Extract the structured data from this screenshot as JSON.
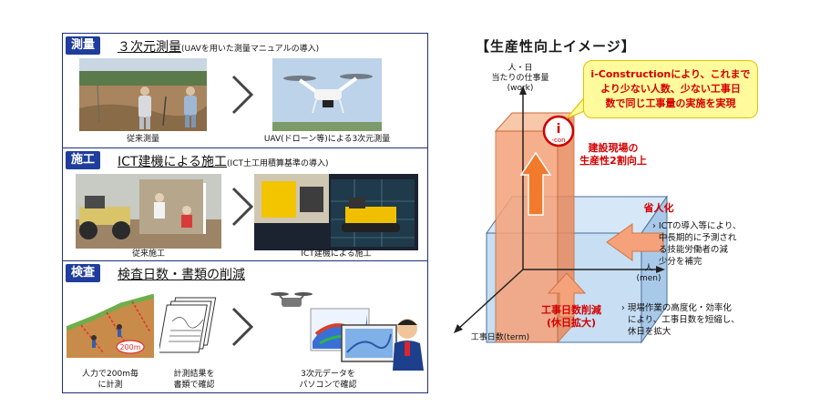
{
  "sections": {
    "survey": {
      "tag": "測量",
      "title": "３次元測量",
      "subtitle": "(UAVを用いた測量マニュアルの導入)",
      "before_caption": "従来測量",
      "after_caption": "UAV(ドローン等)による3次元測量"
    },
    "construction": {
      "tag": "施工",
      "title": "ICT建機による施工",
      "subtitle": "(ICT土工用積算基準の導入)",
      "before_caption": "従来施工",
      "after_caption": "ICT建機による施工"
    },
    "inspection": {
      "tag": "検査",
      "title": "検査日数・書類の削減",
      "manual_caption": "人力で200m毎\nに計測",
      "manual_200m": "200m",
      "docs_caption": "計測結果を\n書類で確認",
      "digital_caption": "3次元データを\nパソコンで確認"
    }
  },
  "right": {
    "title": "【生産性向上イメージ】",
    "callout": "i-Constructionにより、これまで\nより少ない人数、少ない工事日\n数で同じ工事量の実施を実現",
    "y_axis_label": "人・日\n当たりの仕事量\n(work)",
    "x_axis_label": "人\n(men)",
    "z_axis_label": "工事日数(term)",
    "icon_text_i": "i",
    "icon_text_con": "-con",
    "productivity_label": "建設現場の\n生産性2割向上",
    "labor_label": "省人化",
    "labor_note": "ICTの導入等により、\n中長期的に予測され\nる技能労働者の減\n少分を補完",
    "days_label": "工事日数削減\n(休日拡大)",
    "days_note": "現場作業の高度化・効率化\nにより、工事日数を短縮し、\n休日を拡大"
  },
  "colors": {
    "navy": "#1f3d9c",
    "red_text": "#d40000",
    "callout_bg": "#fffb9c",
    "orange_box": "#f5a27a",
    "blue_box": "#b9d6f0"
  }
}
